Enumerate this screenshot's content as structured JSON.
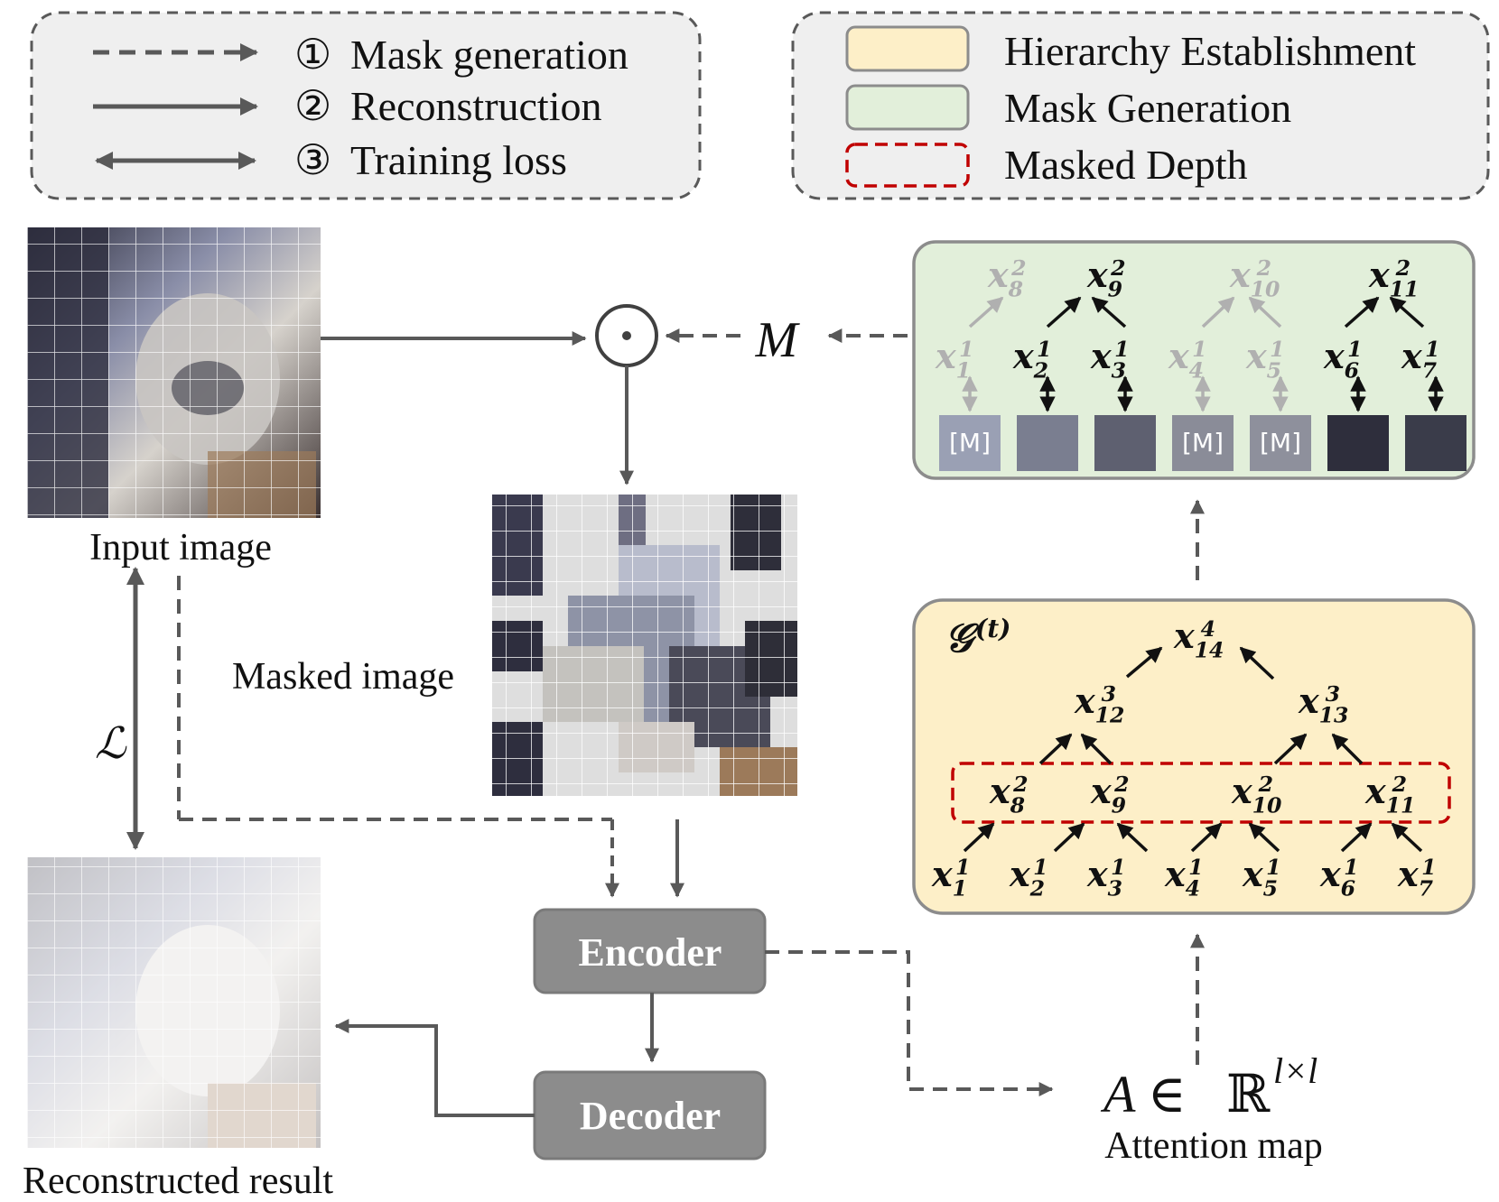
{
  "legend_left": {
    "items": [
      {
        "num": "①",
        "label": "Mask generation"
      },
      {
        "num": "②",
        "label": "Reconstruction"
      },
      {
        "num": "③",
        "label": "Training loss"
      }
    ]
  },
  "legend_right": {
    "items": [
      {
        "label": "Hierarchy Establishment",
        "color": "#fdefc8"
      },
      {
        "label": "Mask Generation",
        "color": "#e2efda"
      },
      {
        "label": "Masked Depth",
        "color": "#c00000"
      }
    ]
  },
  "images": {
    "input_caption": "Input image",
    "masked_caption": "Masked image",
    "reconstructed_caption": "Reconstructed result"
  },
  "symbols": {
    "loss": "ℒ",
    "mask": "M",
    "hadamard": "⊙",
    "graph_base": "𝒢",
    "graph_sup": "(t)",
    "attention_A": "A ∈",
    "attention_R": "ℝ",
    "attention_sup": "l×l",
    "mask_token": "[M]"
  },
  "blocks": {
    "encoder": "Encoder",
    "decoder": "Decoder",
    "attention_caption": "Attention map"
  },
  "colors": {
    "yellow_panel": "#fdefc8",
    "green_panel": "#e2efda",
    "block_gray": "#8c8c8c",
    "red_dash": "#c00000",
    "arrow_gray": "#595959"
  },
  "tree_nodes": {
    "x1": {
      "sub": "1",
      "sup": "1"
    },
    "x2": {
      "sub": "2",
      "sup": "1"
    },
    "x3": {
      "sub": "3",
      "sup": "1"
    },
    "x4": {
      "sub": "4",
      "sup": "1"
    },
    "x5": {
      "sub": "5",
      "sup": "1"
    },
    "x6": {
      "sub": "6",
      "sup": "1"
    },
    "x7": {
      "sub": "7",
      "sup": "1"
    },
    "x8": {
      "sub": "8",
      "sup": "2"
    },
    "x9": {
      "sub": "9",
      "sup": "2"
    },
    "x10": {
      "sub": "10",
      "sup": "2"
    },
    "x11": {
      "sub": "11",
      "sup": "2"
    },
    "x12": {
      "sub": "12",
      "sup": "3"
    },
    "x13": {
      "sub": "13",
      "sup": "3"
    },
    "x14": {
      "sub": "14",
      "sup": "4"
    }
  }
}
